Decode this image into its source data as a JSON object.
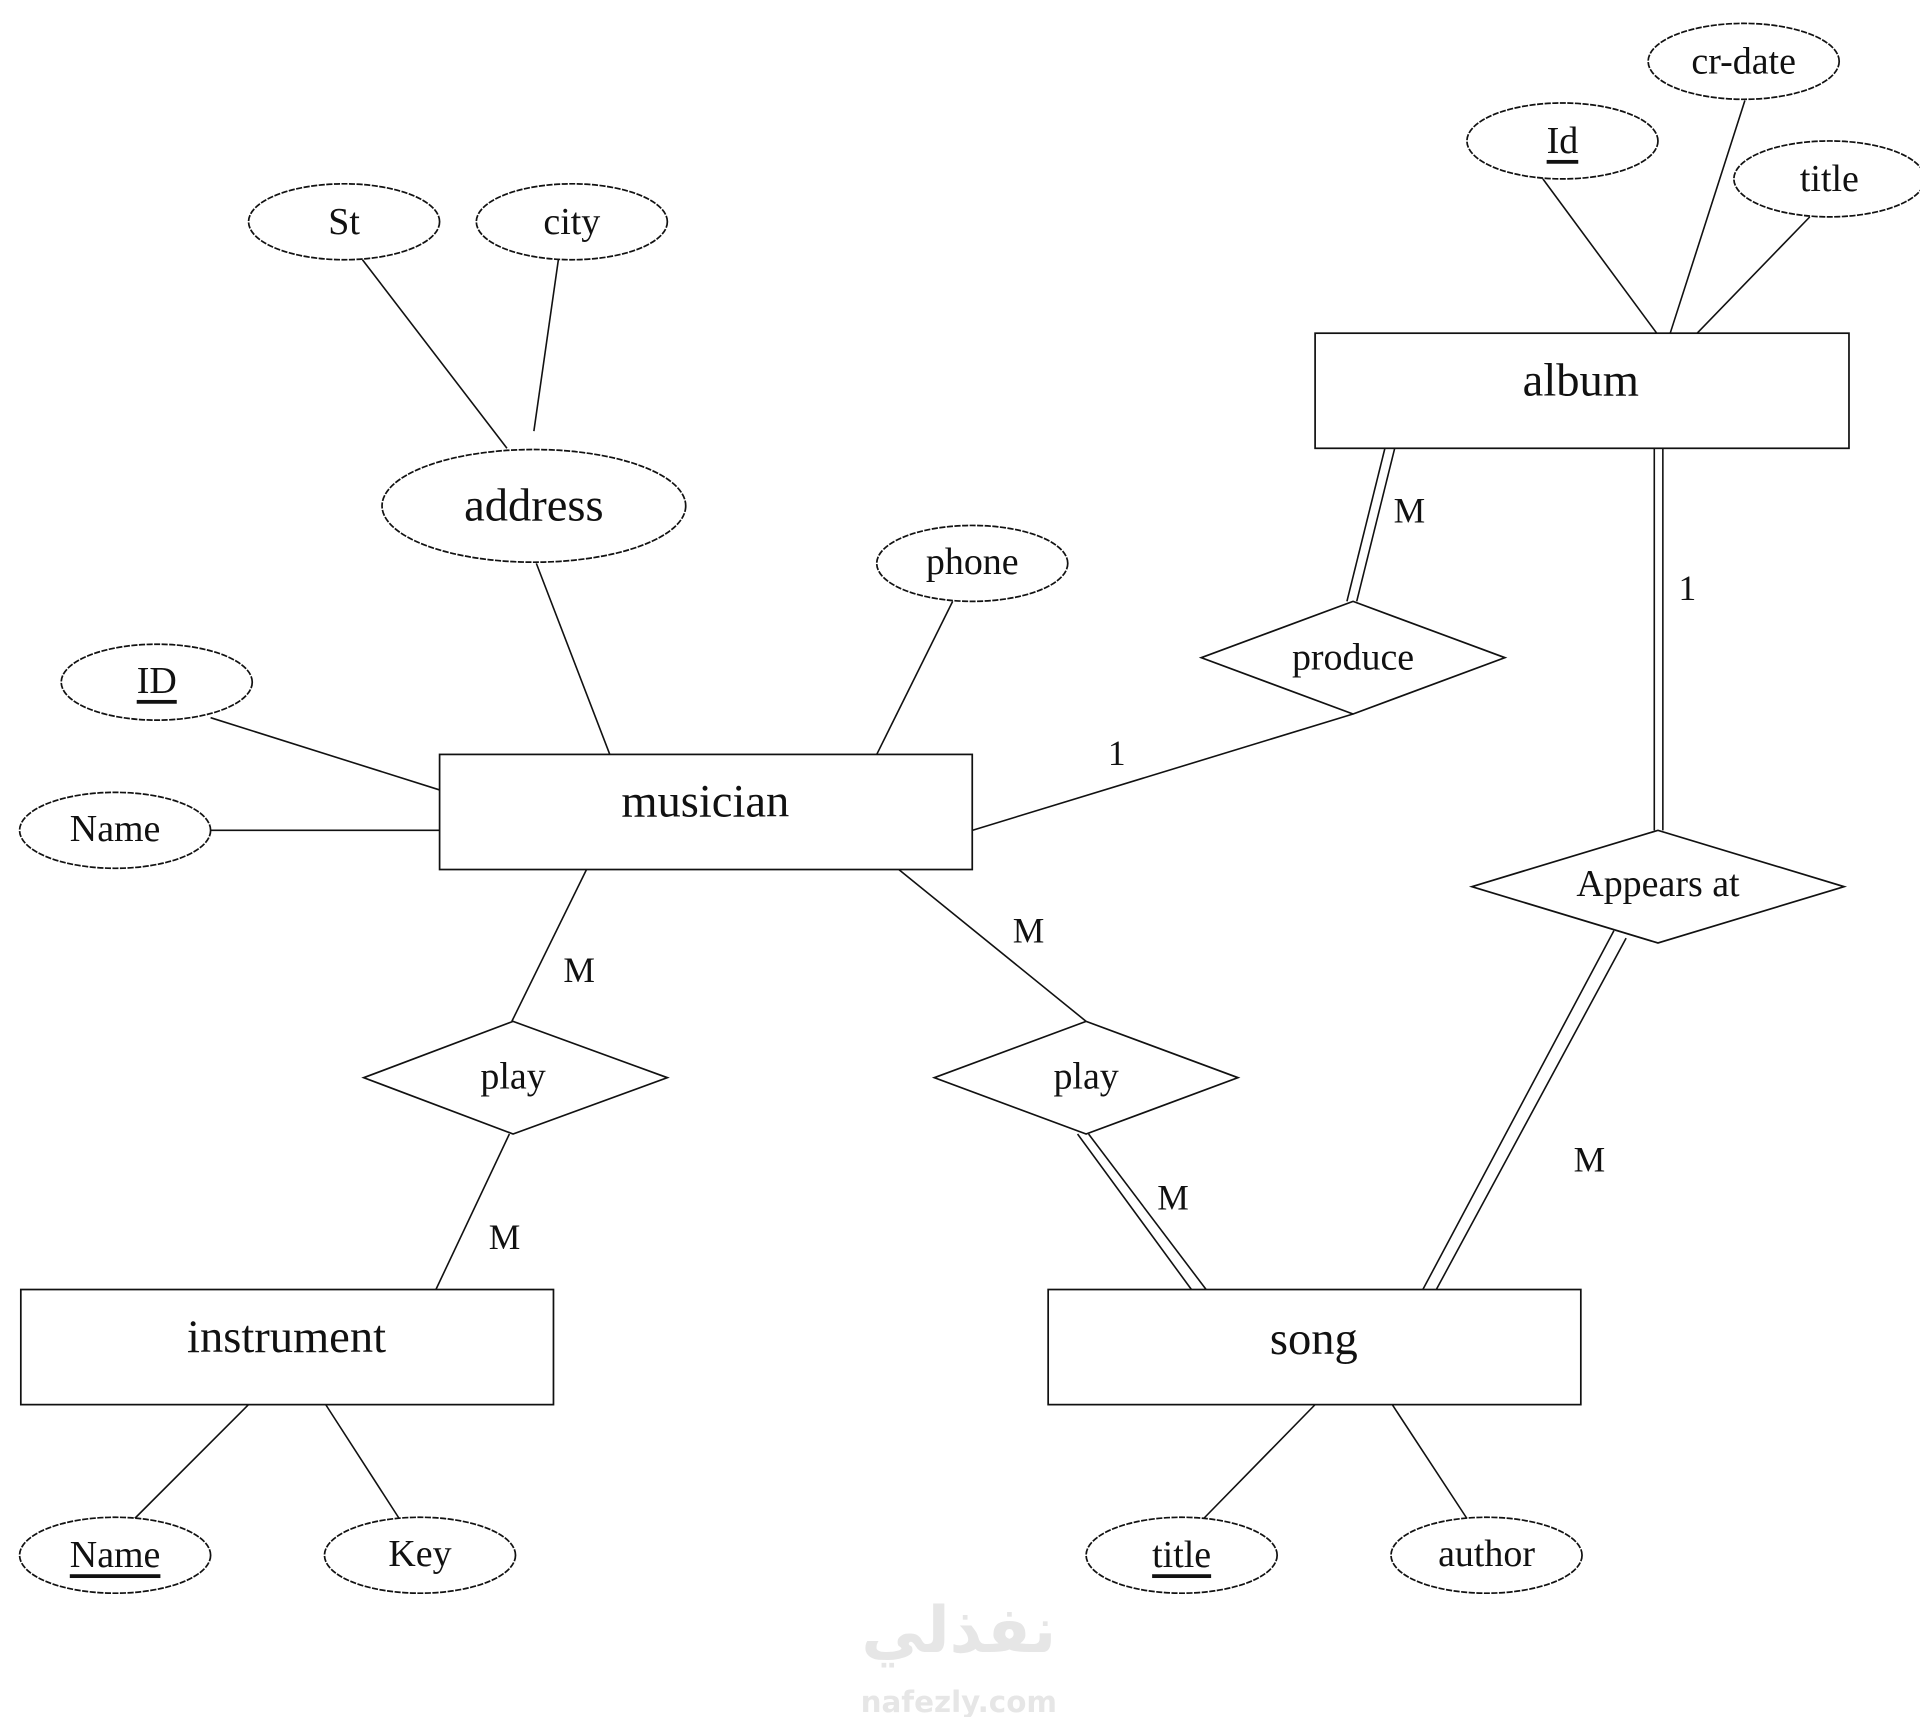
{
  "entities": {
    "musician": "musician",
    "album": "album",
    "instrument": "instrument",
    "song": "song"
  },
  "relationships": {
    "produce": "produce",
    "appears_at": "Appears at",
    "play_instrument": "play",
    "play_song": "play"
  },
  "attributes": {
    "address_st": "St",
    "address_city": "city",
    "musician_address": "address",
    "musician_phone": "phone",
    "musician_id": "ID",
    "musician_name": "Name",
    "album_id": "Id",
    "album_cr_date": "cr-date",
    "album_title": "title",
    "instrument_name": "Name",
    "instrument_key": "Key",
    "song_title": "title",
    "song_author": "author"
  },
  "cardinalities": {
    "musician_produce": "1",
    "produce_album": "M",
    "album_appears": "1",
    "appears_song": "M",
    "musician_play_instrument": "M",
    "play_instrument_instrument": "M",
    "musician_play_song": "M",
    "play_song_song": "M"
  },
  "watermark": {
    "logo_text": "نفذلي",
    "site": "nafezly.com"
  }
}
